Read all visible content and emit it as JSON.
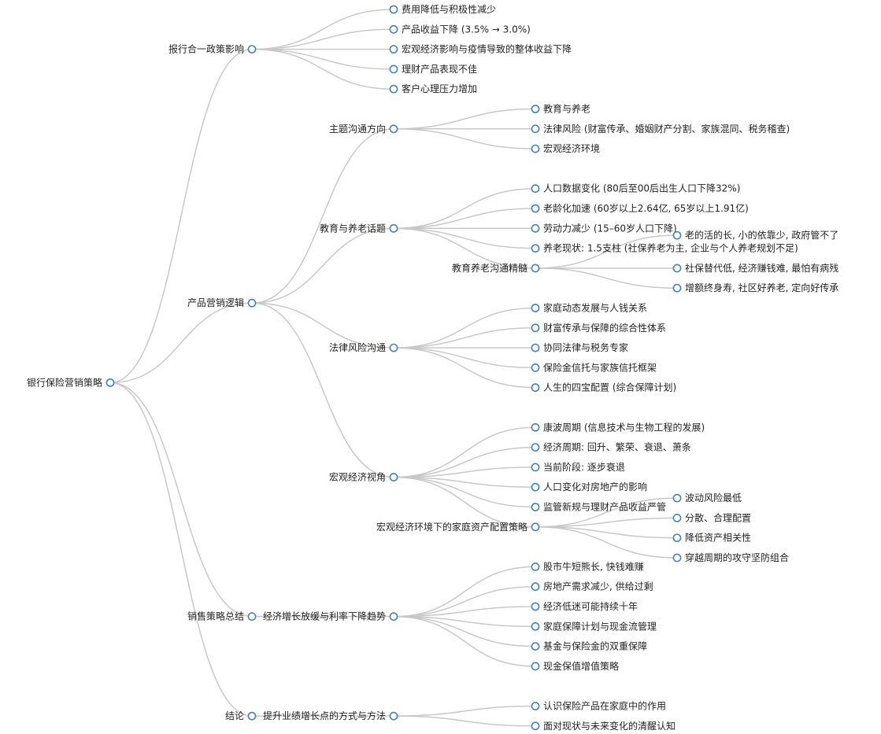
{
  "accent_color": "#4682b4",
  "link_color": "#c8c8c8",
  "tree": {
    "label": "银行保险营销策略",
    "children": [
      {
        "label": "报行合一政策影响",
        "children": [
          {
            "label": "费用降低与积极性减少"
          },
          {
            "label": "产品收益下降 (3.5% → 3.0%)"
          },
          {
            "label": "宏观经济影响与疫情导致的整体收益下降"
          },
          {
            "label": "理财产品表现不佳"
          },
          {
            "label": "客户心理压力增加"
          }
        ]
      },
      {
        "label": "产品营销逻辑",
        "children": [
          {
            "label": "主题沟通方向",
            "children": [
              {
                "label": "教育与养老"
              },
              {
                "label": "法律风险 (财富传承、婚姻财产分割、家族混同、税务稽查)"
              },
              {
                "label": "宏观经济环境"
              }
            ]
          },
          {
            "label": "教育与养老话题",
            "children": [
              {
                "label": "人口数据变化 (80后至00后出生人口下降32%)"
              },
              {
                "label": "老龄化加速 (60岁以上2.64亿, 65岁以上1.91亿)"
              },
              {
                "label": "劳动力减少 (15–60岁人口下降)"
              },
              {
                "label": "养老现状: 1.5支柱 (社保养老为主, 企业与个人养老规划不足)"
              },
              {
                "label": "教育养老沟通精髓",
                "children": [
                  {
                    "label": "老的活的长, 小的依靠少, 政府管不了"
                  },
                  {
                    "label": "社保替代低, 经济赚钱难, 最怕有病残"
                  },
                  {
                    "label": "增额终身寿, 社区好养老, 定向好传承"
                  }
                ]
              }
            ]
          },
          {
            "label": "法律风险沟通",
            "children": [
              {
                "label": "家庭动态发展与人钱关系"
              },
              {
                "label": "财富传承与保障的综合性体系"
              },
              {
                "label": "协同法律与税务专家"
              },
              {
                "label": "保险金信托与家族信托框架"
              },
              {
                "label": "人生的四宝配置 (综合保障计划)"
              }
            ]
          },
          {
            "label": "宏观经济视角",
            "children": [
              {
                "label": "康波周期 (信息技术与生物工程的发展)"
              },
              {
                "label": "经济周期: 回升、繁荣、衰退、萧条"
              },
              {
                "label": "当前阶段: 逐步衰退"
              },
              {
                "label": "人口变化对房地产的影响"
              },
              {
                "label": "监管新规与理财产品收益严管"
              },
              {
                "label": "宏观经济环境下的家庭资产配置策略",
                "children": [
                  {
                    "label": "波动风险最低"
                  },
                  {
                    "label": "分散、合理配置"
                  },
                  {
                    "label": "降低资产相关性"
                  },
                  {
                    "label": "穿越周期的攻守坚防组合"
                  }
                ]
              }
            ]
          }
        ]
      },
      {
        "label": "销售策略总结",
        "children": [
          {
            "label": "经济增长放缓与利率下降趋势",
            "children": [
              {
                "label": "股市牛短熊长, 快钱难赚"
              },
              {
                "label": "房地产需求减少, 供给过剩"
              },
              {
                "label": "经济低迷可能持续十年"
              },
              {
                "label": "家庭保障计划与现金流管理"
              },
              {
                "label": "基金与保险金的双重保障"
              },
              {
                "label": "现金保值增值策略"
              }
            ]
          }
        ]
      },
      {
        "label": "结论",
        "children": [
          {
            "label": "提升业绩增长点的方式与方法",
            "children": [
              {
                "label": "认识保险产品在家庭中的作用"
              },
              {
                "label": "面对现状与未来变化的清醒认知"
              }
            ]
          }
        ]
      }
    ]
  }
}
